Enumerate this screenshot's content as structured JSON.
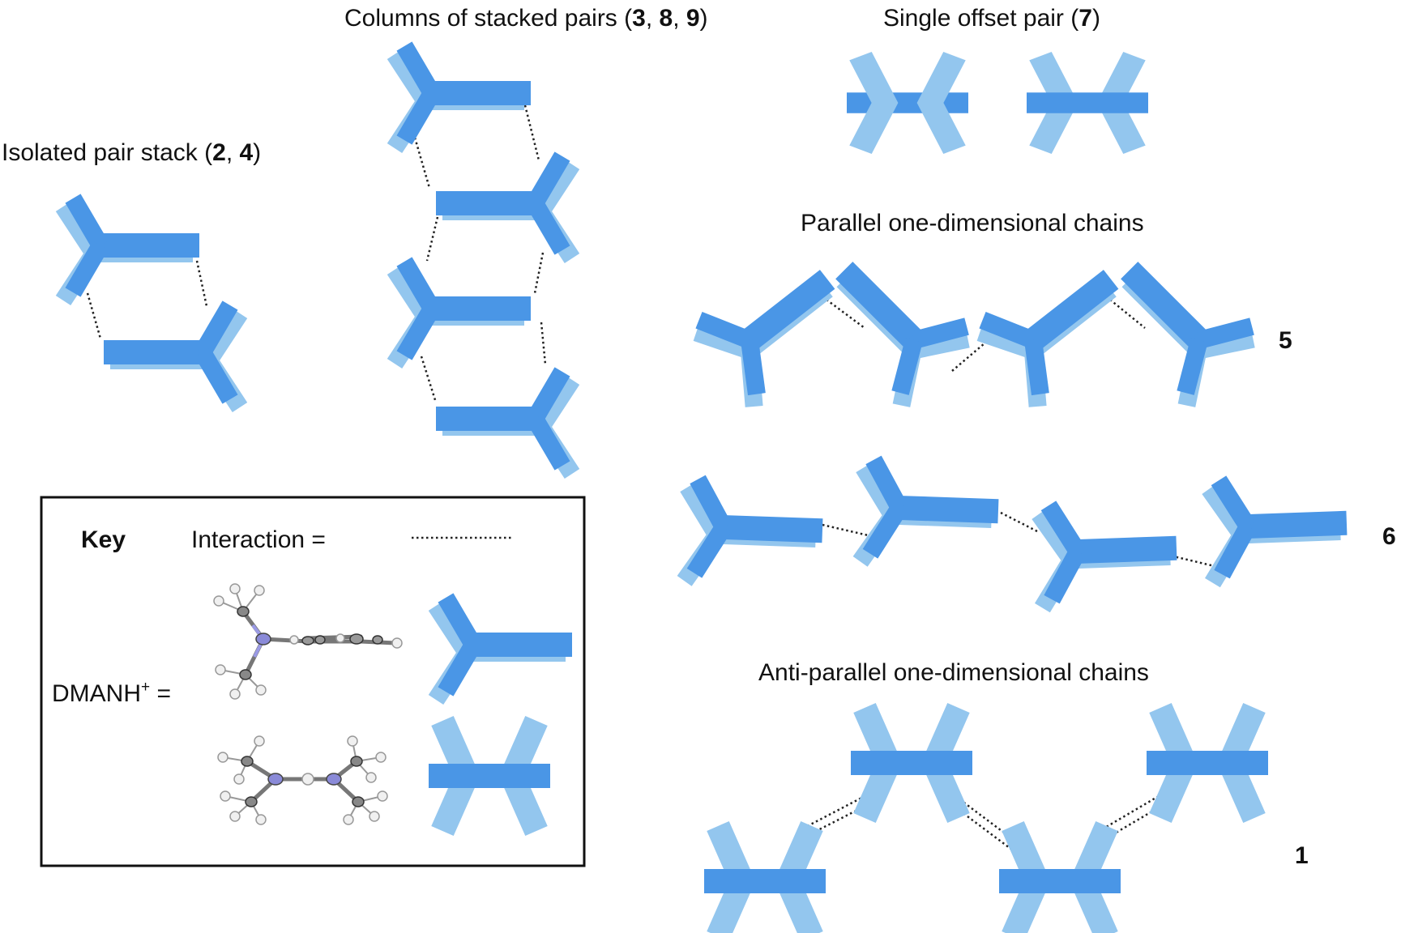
{
  "titles": {
    "isolated": {
      "pre": "Isolated pair stack (",
      "b1": "2",
      "sep": ", ",
      "b2": "4",
      "post": ")"
    },
    "columns": {
      "pre": "Columns of stacked pairs (",
      "b1": "3",
      "sep1": ", ",
      "b2": "8",
      "sep2": ", ",
      "b3": "9",
      "post": ")"
    },
    "offset": {
      "pre": "Single offset pair (",
      "b1": "7",
      "post": ")"
    },
    "parallel": "Parallel one-dimensional chains",
    "antiparallel": "Anti-parallel one-dimensional chains"
  },
  "compound_labels": {
    "chain5": "5",
    "chain6": "6",
    "chain1": "1"
  },
  "key": {
    "title": "Key",
    "interaction_label": "Interaction =",
    "dmanh_base": "DMANH",
    "dmanh_sup": "+",
    "dmanh_eq": " ="
  },
  "colors": {
    "dark": "#4a96e6",
    "light": "#93c6ee",
    "bond": "#222222"
  }
}
